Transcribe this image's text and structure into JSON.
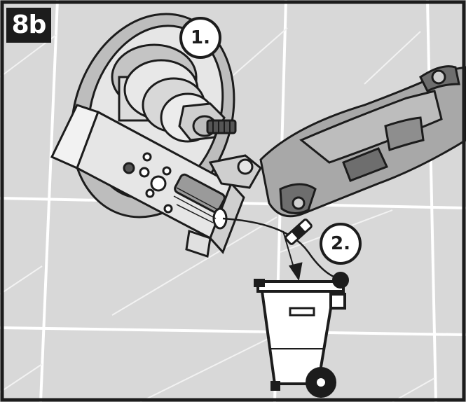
{
  "step": {
    "label": "8b"
  },
  "callouts": [
    {
      "label": "1."
    },
    {
      "label": "2."
    }
  ],
  "colors": {
    "outline": "#1c1c1c",
    "tile": "#d8d8d8",
    "grout": "#ffffff",
    "metal": "#c8c8c8",
    "tool_body": "#a8a8a8",
    "tool_dark": "#6e6e6e"
  },
  "icons": [
    "oscillating-multitool-icon",
    "trash-bin-icon",
    "valve-cartridge-icon"
  ]
}
